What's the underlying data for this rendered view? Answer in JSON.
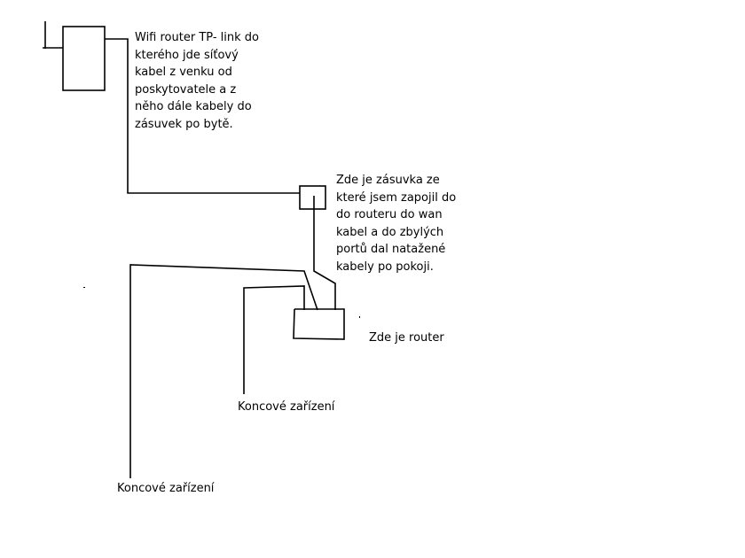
{
  "labels": {
    "wifi_router_note": [
      "Wifi router TP- link do",
      "kterého jde síťový",
      "kabel z venku od",
      "poskytovatele a z",
      "něho dále kabely do",
      "zásuvek po bytě."
    ],
    "socket_note": [
      "Zde je zásuvka ze",
      "které jsem zapojil do",
      "do routeru do wan",
      "kabel a do zbylých",
      "portů dal natažené",
      "kabely po pokoji."
    ],
    "router_note": "Zde je router",
    "end_device_1": "Koncové zařízení",
    "end_device_2": "Koncové zařízení"
  }
}
